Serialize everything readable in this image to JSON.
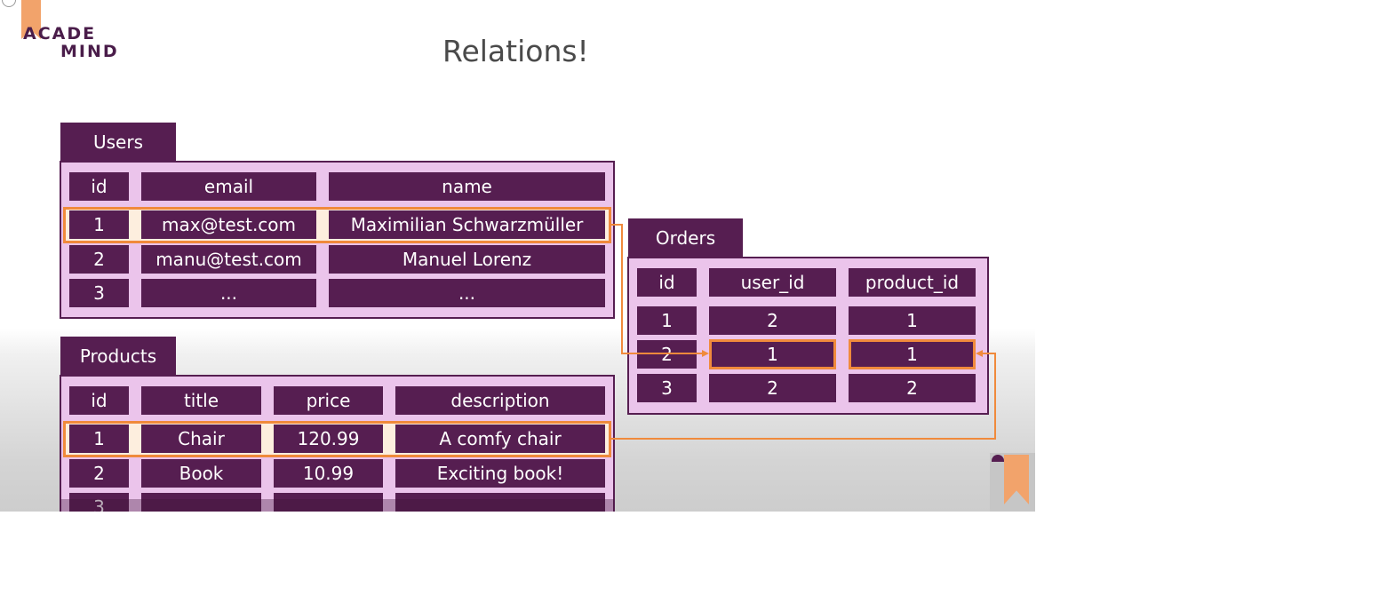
{
  "brand": {
    "line1": "ACADE",
    "line2": "MIND"
  },
  "title": "Relations!",
  "colors": {
    "table_dark": "#561e51",
    "panel": "#ebc4eb",
    "highlight": "#f08a3c",
    "brand_orange": "#f2a36b"
  },
  "users": {
    "name": "Users",
    "columns": [
      "id",
      "email",
      "name"
    ],
    "rows": [
      [
        "1",
        "max@test.com",
        "Maximilian Schwarzmüller"
      ],
      [
        "2",
        "manu@test.com",
        "Manuel Lorenz"
      ],
      [
        "3",
        "...",
        "..."
      ]
    ]
  },
  "products": {
    "name": "Products",
    "columns": [
      "id",
      "title",
      "price",
      "description"
    ],
    "rows": [
      [
        "1",
        "Chair",
        "120.99",
        "A comfy chair"
      ],
      [
        "2",
        "Book",
        "10.99",
        "Exciting book!"
      ],
      [
        "3",
        "",
        "",
        ""
      ]
    ]
  },
  "orders": {
    "name": "Orders",
    "columns": [
      "id",
      "user_id",
      "product_id"
    ],
    "rows": [
      [
        "1",
        "2",
        "1"
      ],
      [
        "2",
        "1",
        "1"
      ],
      [
        "3",
        "2",
        "2"
      ]
    ]
  }
}
